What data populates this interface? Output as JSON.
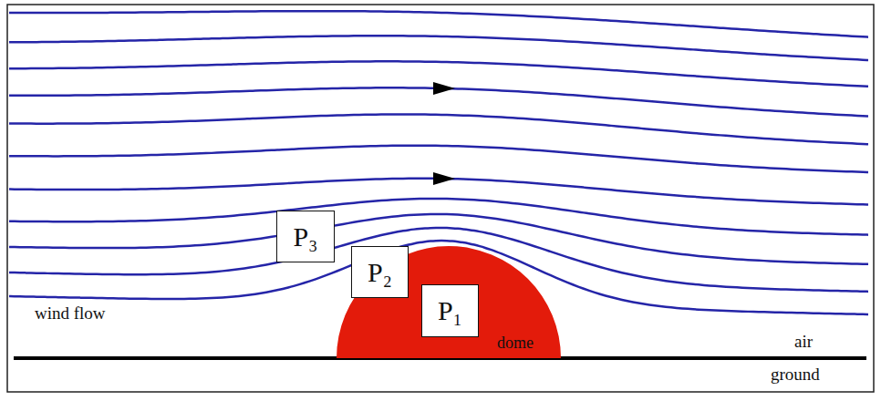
{
  "diagram": {
    "nodes": [
      {
        "text": [
          "P₃"
        ]
      },
      {
        "text": [
          "P₂"
        ]
      },
      {
        "text": [
          "dome"
        ]
      },
      {
        "text": [
          "P₁"
        ],
        "in": 2
      }
    ],
    "labels": [
      "wind flow",
      "air",
      "ground"
    ]
  }
}
